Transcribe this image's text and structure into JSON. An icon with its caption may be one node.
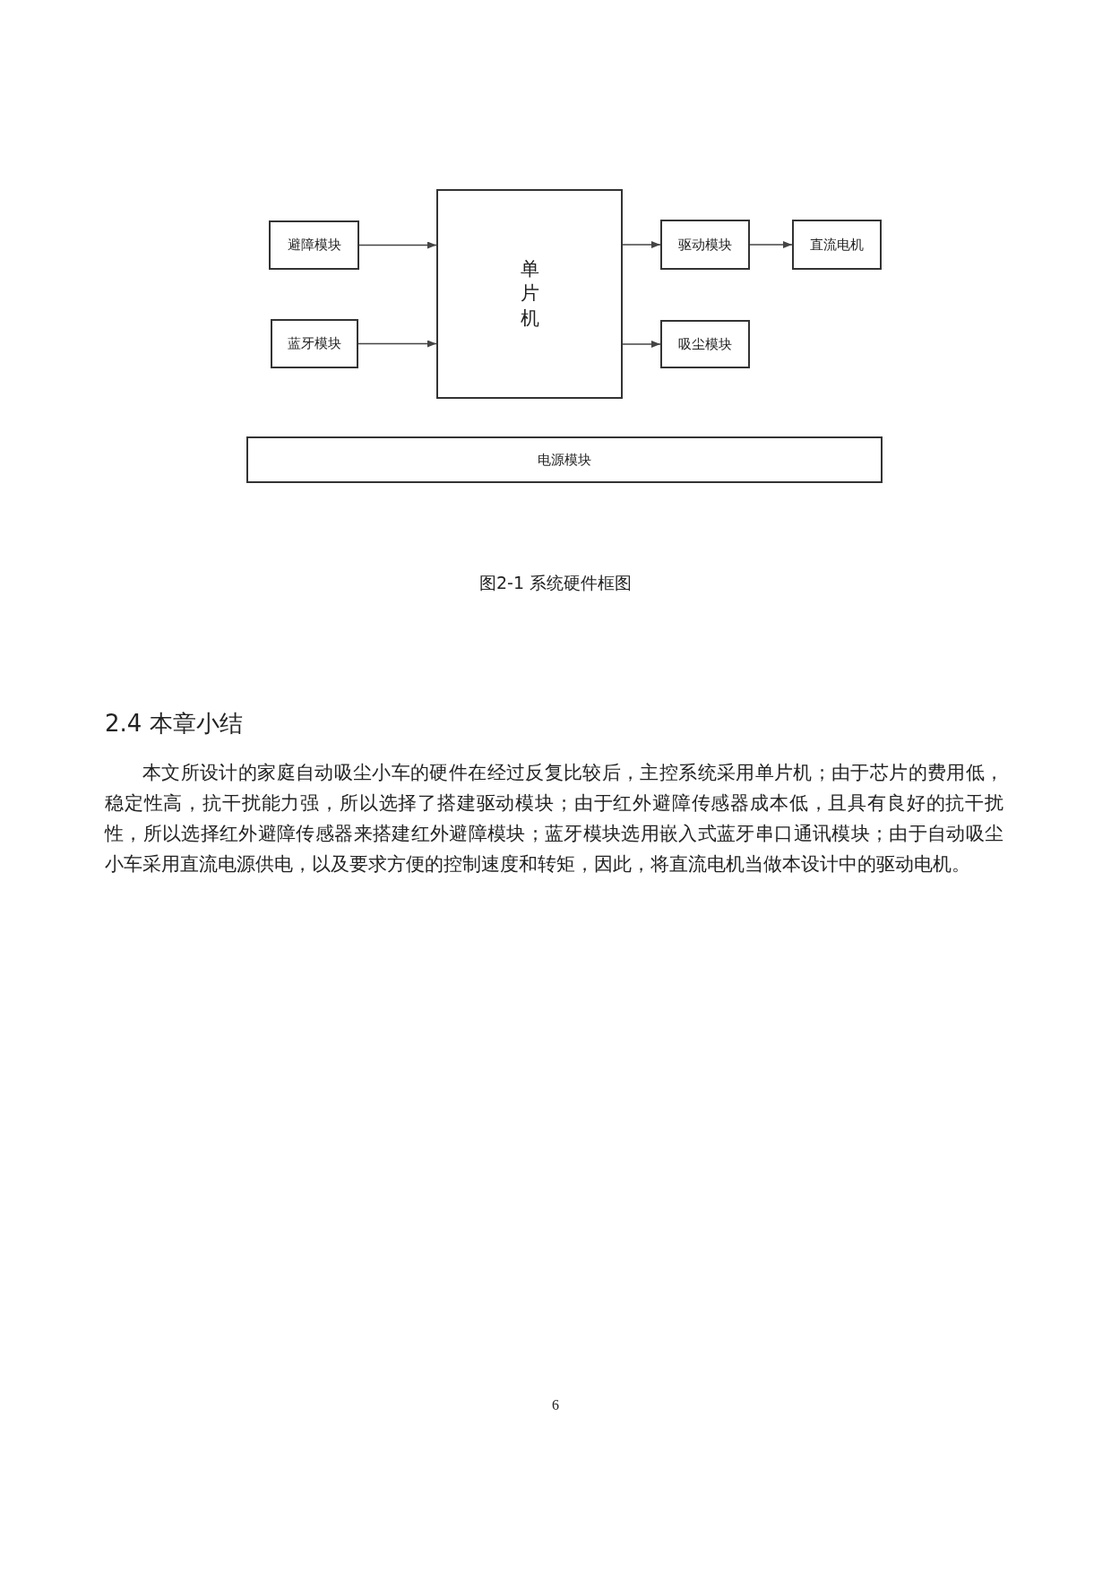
{
  "diagram": {
    "caption": "图2-1 系统硬件框图",
    "nodes": [
      {
        "text": [
          "避障模块"
        ]
      },
      {
        "text": [
          "蓝牙模块"
        ]
      },
      {
        "text": [
          "单片机"
        ]
      },
      {
        "text": [
          "驱动模块"
        ]
      },
      {
        "text": [
          "直流电机"
        ]
      },
      {
        "text": [
          "吸尘模块"
        ]
      },
      {
        "text": [
          "电源模块"
        ]
      }
    ],
    "edges": [
      {
        "from": 0,
        "to": 2,
        "arrow": "to"
      },
      {
        "from": 1,
        "to": 2,
        "arrow": "to"
      },
      {
        "from": 2,
        "to": 3,
        "arrow": "to"
      },
      {
        "from": 3,
        "to": 4,
        "arrow": "to"
      },
      {
        "from": 2,
        "to": 5,
        "arrow": "to"
      }
    ],
    "labels": [
      "2.4 本章小结",
      "本文所设计的家庭自动吸尘小车的硬件在经过反复比较后，主控系统采用单片机；由于芯片的费用低，稳定性高，抗干扰能力强，所以选择了搭建驱动模块；由于红外避障传感器成本低，且具有良好的抗干扰性，所以选择红外避障传感器来搭建红外避障模块；蓝牙模块选用嵌入式蓝牙串口通讯模块；由于自动吸尘小车采用直流电源供电，以及要求方便的控制速度和转矩，因此，将直流电机当做本设计中的驱动电机。",
      "6"
    ]
  }
}
